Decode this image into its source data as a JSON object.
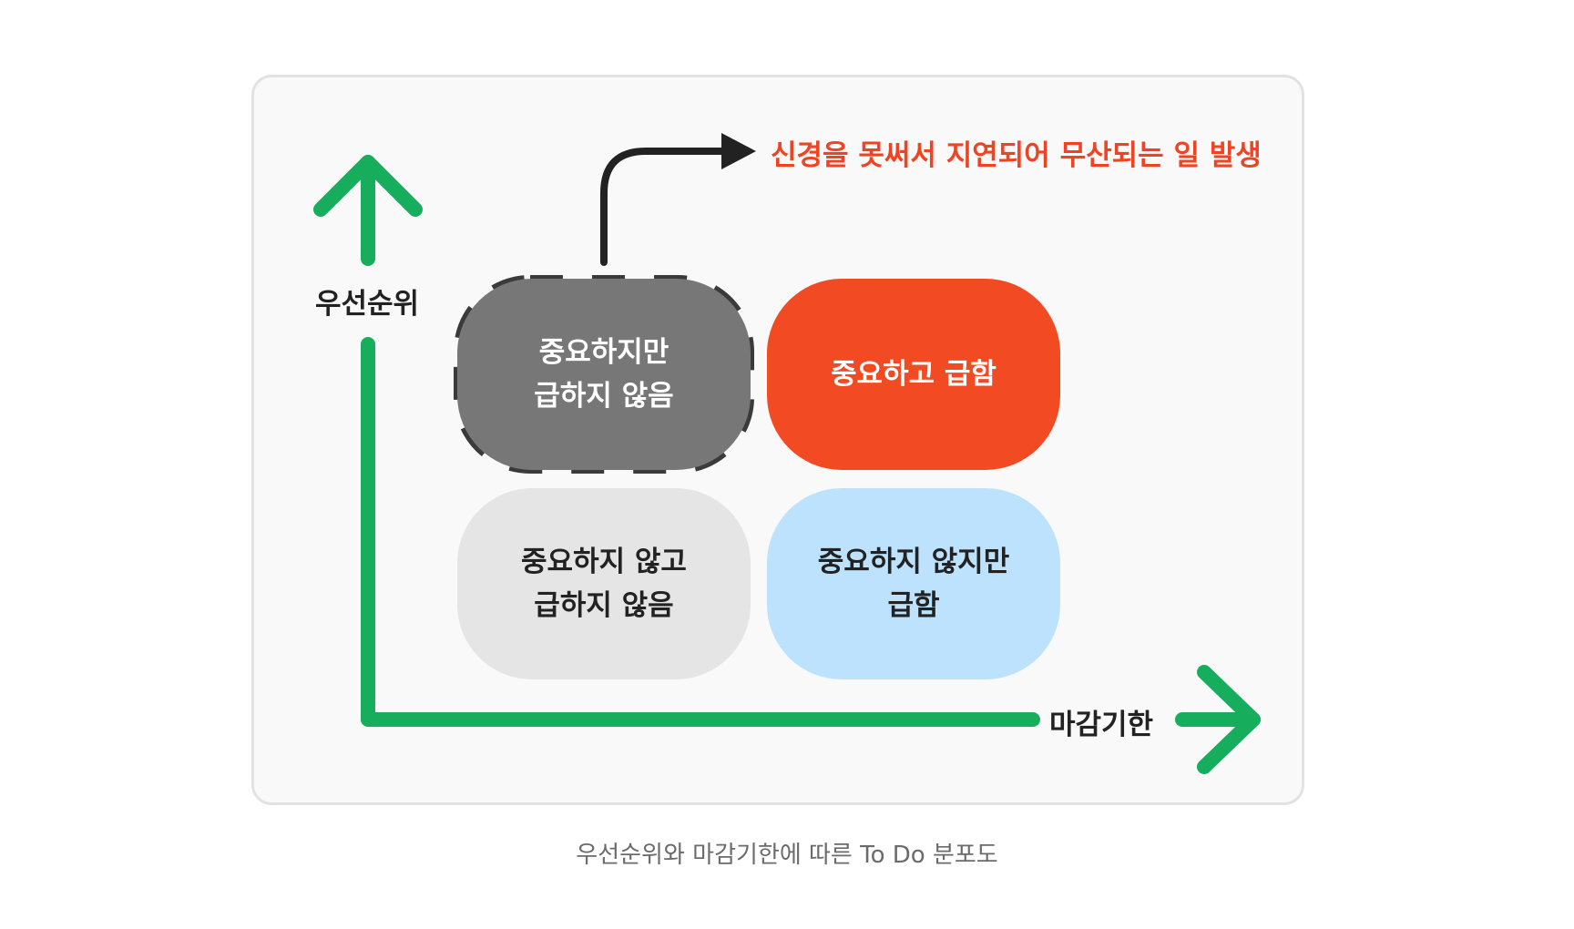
{
  "axes": {
    "y_label": "우선순위",
    "x_label": "마감기한"
  },
  "quadrants": {
    "important_not_urgent": {
      "line1": "중요하지만",
      "line2": "급하지 않음"
    },
    "important_urgent": {
      "line1": "중요하고 급함"
    },
    "not_important_not_urgent": {
      "line1": "중요하지 않고",
      "line2": "급하지 않음"
    },
    "not_important_urgent": {
      "line1": "중요하지 않지만",
      "line2": "급함"
    }
  },
  "warning_text": "신경을 못써서 지연되어 무산되는 일 발생",
  "caption": "우선순위와 마감기한에 따른 To Do 분포도",
  "colors": {
    "axis_arrow": "#16ae5c",
    "important_urgent": "#f24a22",
    "important_not_urgent": "#777777",
    "not_important_not_urgent": "#e5e5e5",
    "not_important_urgent": "#bde2fd",
    "warning_text": "#ef4423",
    "dashed_border": "#3a3a3a"
  }
}
